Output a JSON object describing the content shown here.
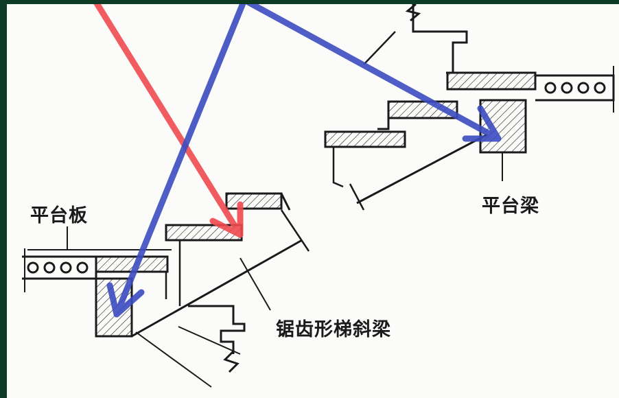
{
  "labels": {
    "platform_slab": "平台板",
    "platform_beam": "平台梁",
    "sawtooth_stringer": "锯齿形梯斜梁"
  },
  "colors": {
    "border": "#0d3a24",
    "paper": "#fbfbf9",
    "ink": "#1a1a1a",
    "arrow_red": "#f04a50",
    "arrow_blue": "#3b4cc0"
  }
}
